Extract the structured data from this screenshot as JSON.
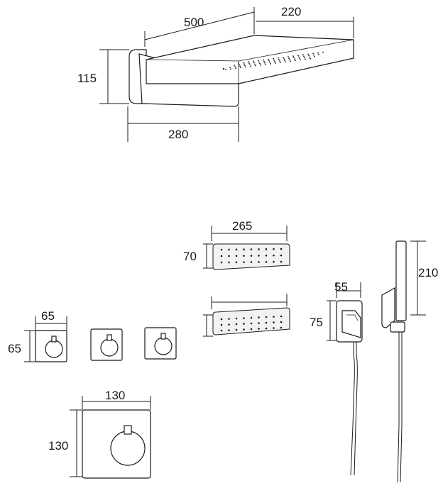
{
  "dimensions": {
    "shower_head_length": "500",
    "shower_head_width": "220",
    "shower_head_height": "115",
    "shower_arm_projection": "280",
    "body_jet_length": "265",
    "body_jet_height": "70",
    "hand_shower_length": "210",
    "holder_width": "55",
    "holder_height": "75",
    "small_valve_width": "65",
    "small_valve_height": "65",
    "large_valve_width": "130",
    "large_valve_height": "130"
  }
}
